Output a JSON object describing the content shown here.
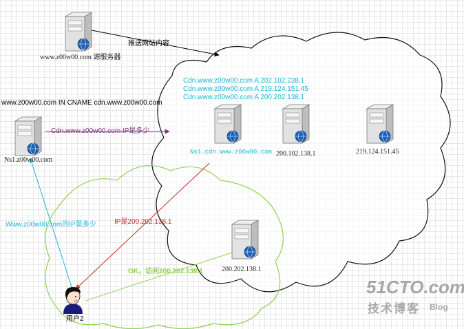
{
  "labels": {
    "origin_server": "www.z00w00.com 源服务器",
    "push_content": "推送网站内容",
    "cname_record": "www.z00w00.com IN CNAME cdn.www.z00w00.com",
    "ns1_server": "Ns1.z00w00.com",
    "cdn_query": "Cdn.www.z00w00.com IP是多少",
    "cdn_a_records": [
      "Cdn.www.z00w00.com A 202.102.238.1",
      "Cdn.www.z00w00.com A 219.124.151.45",
      "Cdn.www.z00w00.com A 200.202.138.1"
    ],
    "ns1_cdn_server": "Ns1.cdn.www.z00w00.com",
    "node_200_102": "200.102.138.1",
    "node_219_124": "219.124.151.45",
    "www_query": "Www.z00w00.com的IP是多少",
    "ip_answer": "IP是200.202.138.1",
    "node_200_202": "200.202.138.1",
    "ok_visit": "OK，访问200.202.138.1",
    "user": "用户2"
  },
  "watermark": {
    "brand": "51CTO.com",
    "sub": "技术博客",
    "blog": "Blog"
  },
  "colors": {
    "cyan": "#19b6d8",
    "green": "#8fd14f",
    "dark_red": "#c62828",
    "query_purple": "#7b2f7b",
    "server_globe": "#1f5fb3",
    "watermark": "#999999"
  }
}
